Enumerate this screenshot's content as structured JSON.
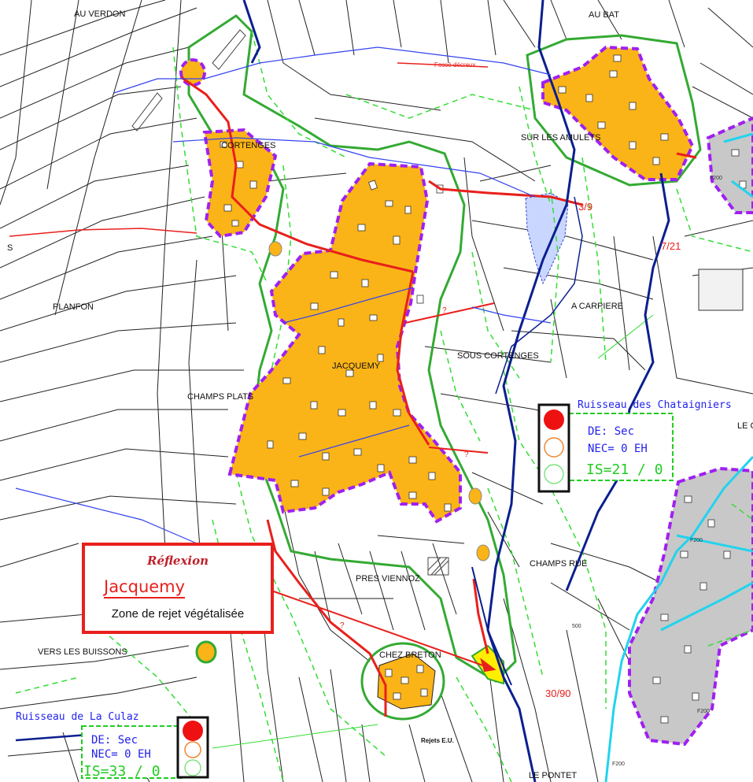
{
  "places": {
    "au_verdon": "AU VERDON",
    "au_bat": "AU BAT",
    "cortenges": "CORTENGES",
    "sur_les_amulets": "SUR LES AMULETS",
    "planfon": "PLANFON",
    "a_carpiere": "A CARPIERE",
    "sous_cortenges": "SOUS CORTENGES",
    "jacquemy": "JACQUEMY",
    "champs_plats": "CHAMPS PLATS",
    "le_c": "LE C",
    "pres_viennoz": "PRES VIENNOZ",
    "champs_rue": "CHAMPS RUE",
    "vers_les_buissons": "VERS LES BUISSONS",
    "chez_breton": "CHEZ BRETON",
    "le_pontet": "LE PONTET",
    "s_edge": "S"
  },
  "counts": {
    "c1": "3/9",
    "c2": "7/21",
    "c3": "30/90"
  },
  "misc": {
    "fosse": "Fossé décreux",
    "rejets": "Rejets E.U.",
    "q1": "?",
    "q2": "?",
    "q3": "?",
    "elev500": "500",
    "f200a": "F200",
    "f200b": "F200",
    "f200c": "F200",
    "f200d": "F200"
  },
  "streams": {
    "chataigniers": "Ruisseau des Chataigniers",
    "culaz": "Ruisseau de La Culaz"
  },
  "info_boxes": [
    {
      "de": "DE: Sec",
      "nec": "NEC= 0 EH",
      "is": "IS=21 / 0"
    },
    {
      "de": "DE: Sec",
      "nec": "NEC= 0 EH",
      "is": "IS=33 / 0"
    }
  ],
  "callout": {
    "title": "Réflexion",
    "name": "Jacquemy",
    "description": "Zone de rejet végétalisée"
  },
  "colors": {
    "zone_fill": "#fbb417",
    "zone_border": "#a020f0",
    "green_line": "#33aa33",
    "green_dash": "#33dd33",
    "red_network": "#e8201c",
    "blue_stream": "#0b1f8f",
    "cyan": "#22d3ee",
    "grey_zone": "#c8c8c8",
    "callout_border": "#e8201c"
  }
}
